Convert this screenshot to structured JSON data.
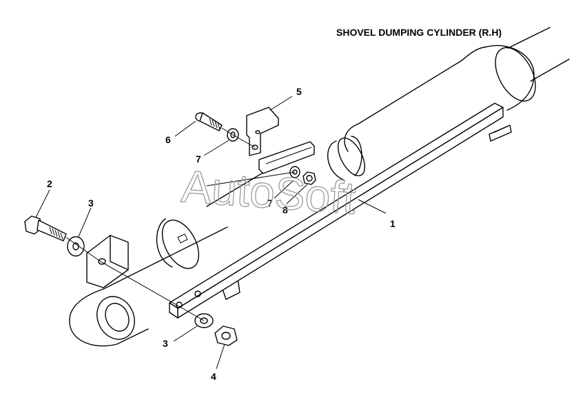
{
  "title": "SHOVEL DUMPING CYLINDER (R.H)",
  "watermark": "AutoSoft",
  "callouts": [
    "1",
    "2",
    "3",
    "3",
    "4",
    "5",
    "6",
    "7",
    "7",
    "8"
  ],
  "colors": {
    "line": "#000000",
    "background": "#ffffff",
    "watermark": "#9a9a9a"
  }
}
